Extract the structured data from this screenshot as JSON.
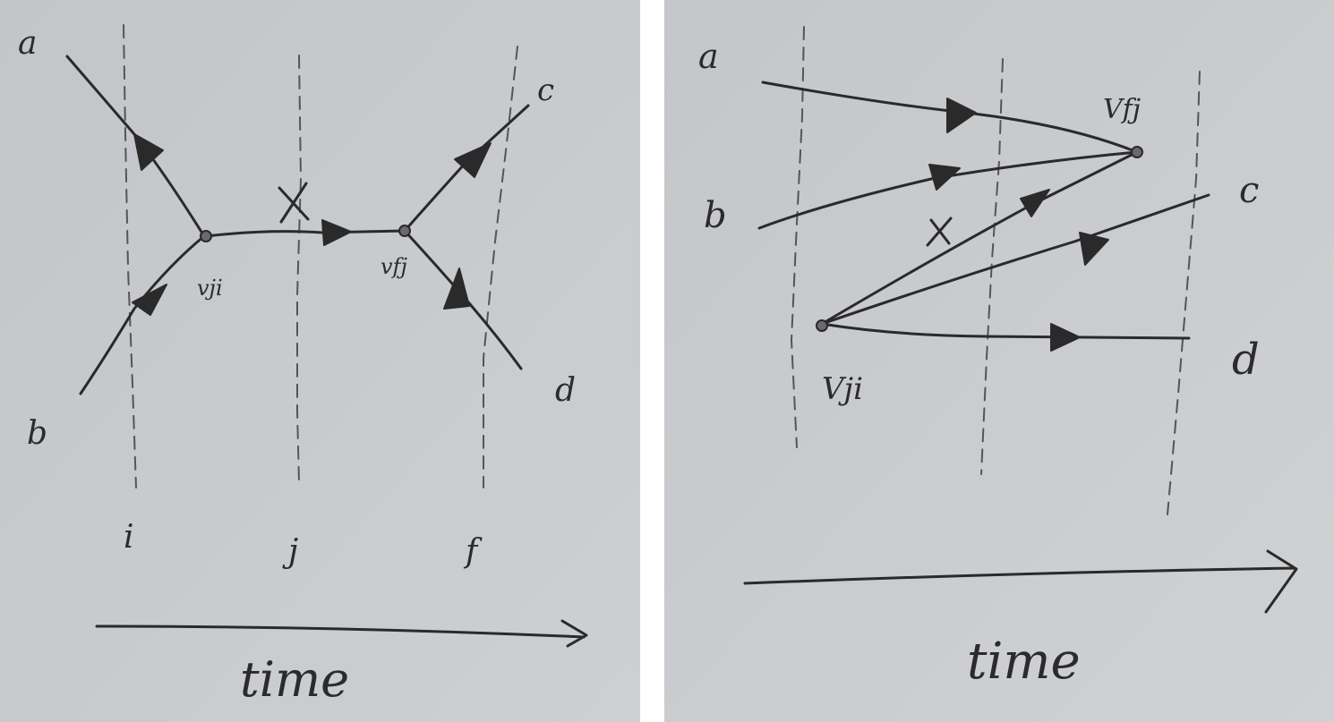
{
  "panels": [
    {
      "labels": {
        "a": "a",
        "b": "b",
        "c": "c",
        "d": "d",
        "vertex1": "vji",
        "vertex2": "vfj",
        "cut": "x",
        "time_i": "i",
        "time_j": "j",
        "time_f": "f",
        "axis": "time"
      }
    },
    {
      "labels": {
        "a": "a",
        "b": "b",
        "c": "c",
        "d": "d",
        "vertex1": "Vji",
        "vertex2": "Vfj",
        "cut": "x",
        "axis": "time"
      }
    }
  ],
  "colors": {
    "paper": "#c7c9cc",
    "ink": "#2a2a2a"
  }
}
